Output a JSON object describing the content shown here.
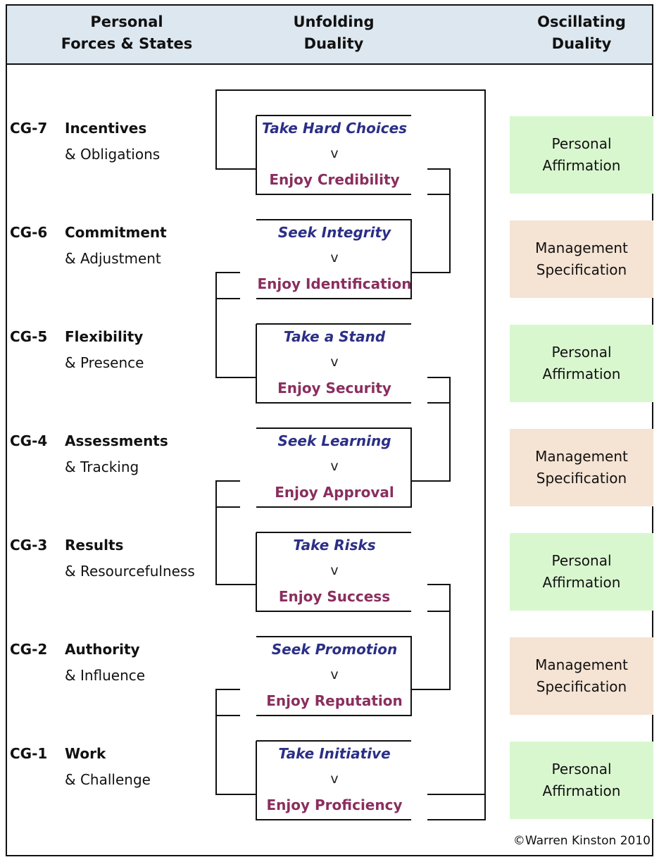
{
  "header": {
    "col1": [
      "Personal",
      "Forces & States"
    ],
    "col2": [
      "Unfolding",
      "Duality"
    ],
    "col3": [
      "Oscillating",
      "Duality"
    ]
  },
  "rows": [
    {
      "code": "CG-7",
      "name": "Incentives",
      "sub": "& Obligations",
      "top": "Take Hard Choices",
      "v": "v",
      "bottom": "Enjoy Credibility"
    },
    {
      "code": "CG-6",
      "name": "Commitment",
      "sub": "& Adjustment",
      "top": "Seek Integrity",
      "v": "v",
      "bottom": "Enjoy Identification"
    },
    {
      "code": "CG-5",
      "name": "Flexibility",
      "sub": "& Presence",
      "top": "Take a  Stand",
      "v": "v",
      "bottom": "Enjoy Security"
    },
    {
      "code": "CG-4",
      "name": "Assessments",
      "sub": "& Tracking",
      "top": "Seek Learning",
      "v": "v",
      "bottom": "Enjoy Approval"
    },
    {
      "code": "CG-3",
      "name": "Results",
      "sub": "& Resourcefulness",
      "top": "Take Risks",
      "v": "v",
      "bottom": "Enjoy Success"
    },
    {
      "code": "CG-2",
      "name": "Authority",
      "sub": "& Influence",
      "top": "Seek Promotion",
      "v": "v",
      "bottom": "Enjoy Reputation"
    },
    {
      "code": "CG-1",
      "name": "Work",
      "sub": "& Challenge",
      "top": "Take Initiative",
      "v": "v",
      "bottom": "Enjoy Proficiency"
    }
  ],
  "oscillating": [
    {
      "line1": "Personal",
      "line2": "Affirmation",
      "color": "#d9f7cf"
    },
    {
      "line1": "Management",
      "line2": "Specification",
      "color": "#f5e3d3"
    },
    {
      "line1": "Personal",
      "line2": "Affirmation",
      "color": "#d9f7cf"
    },
    {
      "line1": "Management",
      "line2": "Specification",
      "color": "#f5e3d3"
    },
    {
      "line1": "Personal",
      "line2": "Affirmation",
      "color": "#d9f7cf"
    },
    {
      "line1": "Management",
      "line2": "Specification",
      "color": "#f5e3d3"
    },
    {
      "line1": "Personal",
      "line2": "Affirmation",
      "color": "#d9f7cf"
    }
  ],
  "copyright": "©Warren Kinston 2010",
  "colors": {
    "header_bg": "#dde7ef",
    "take_seek_text": "#2b2f86",
    "enjoy_text": "#8a2e5e",
    "personal_bg": "#d9f7cf",
    "management_bg": "#f5e3d3"
  }
}
